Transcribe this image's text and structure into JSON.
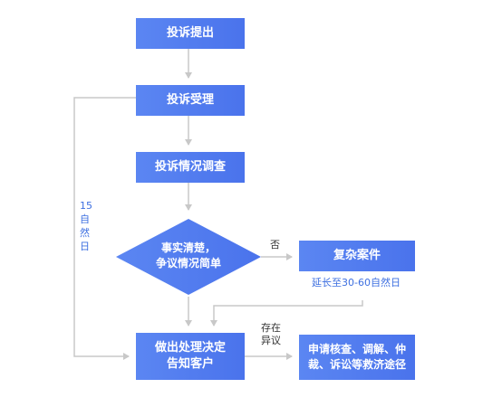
{
  "flow": {
    "step1": "投诉提出",
    "step2": "投诉受理",
    "step3": "投诉情况调查",
    "decision_line1": "事实清楚，",
    "decision_line2": "争议情况简单",
    "decision_no": "否",
    "complex_case": "复杂案件",
    "extension_note": "延长至30-60自然日",
    "decide_line1": "做出处理决定",
    "decide_line2": "告知客户",
    "dispute_line1": "存在",
    "dispute_line2": "异议",
    "remedy_line1": "申请核查、调解、仲",
    "remedy_line2": "裁、诉讼等救济途径",
    "timeline_num": "15",
    "timeline_char1": "自",
    "timeline_char2": "然",
    "timeline_char3": "日"
  },
  "colors": {
    "box": "#4a73ec",
    "connector": "#c8c8c8",
    "accent_text": "#3d6fe0"
  }
}
